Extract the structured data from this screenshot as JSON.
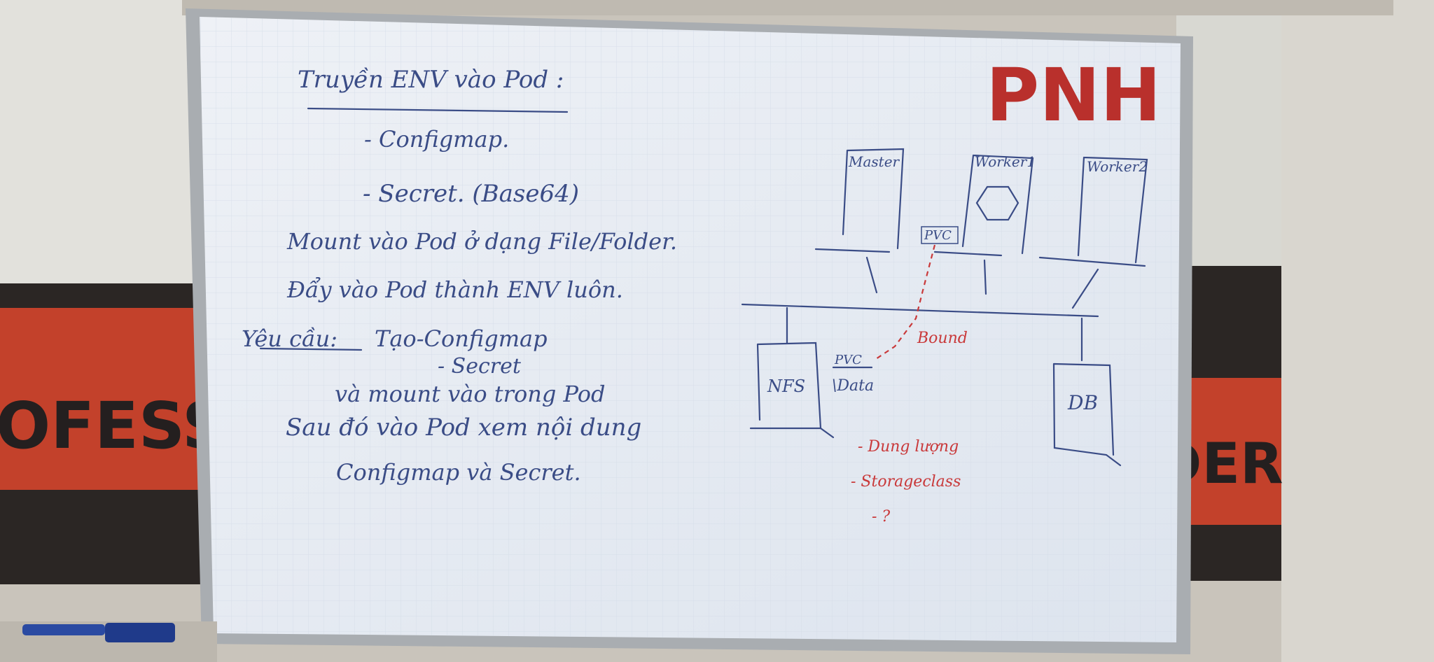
{
  "logo": {
    "text": "PNH"
  },
  "background_sign": {
    "left": "OFESS",
    "right": "DER"
  },
  "notes": {
    "title": "Truyền ENV vào Pod :",
    "item_configmap": "- Configmap.",
    "item_secret": "- Secret. (Base64)",
    "option1": "Mount vào Pod ở dạng File/Folder.",
    "option2": "Đẩy vào Pod thành ENV luôn.",
    "req_label": "Yêu cầu:",
    "req_line1": "Tạo-Configmap",
    "req_line2": "- Secret",
    "req_line3": "và mount vào trong Pod",
    "req_line4": "Sau đó vào Pod xem nội dung",
    "req_line5": "Configmap và Secret."
  },
  "diagram": {
    "master": "Master",
    "worker1": "Worker1",
    "worker2": "Worker2",
    "pvc_top": "PVC",
    "pvc_bottom": "PVC",
    "data": "\\Data",
    "bound": "Bound",
    "nfs": "NFS",
    "db": "DB",
    "dung_luong": "- Dung lượng",
    "storageclass": "- Storageclass",
    "more": "- ?"
  },
  "colors": {
    "marker_blue": "#3a4c86",
    "marker_red": "#c9393a",
    "logo_red": "#b9302c"
  }
}
